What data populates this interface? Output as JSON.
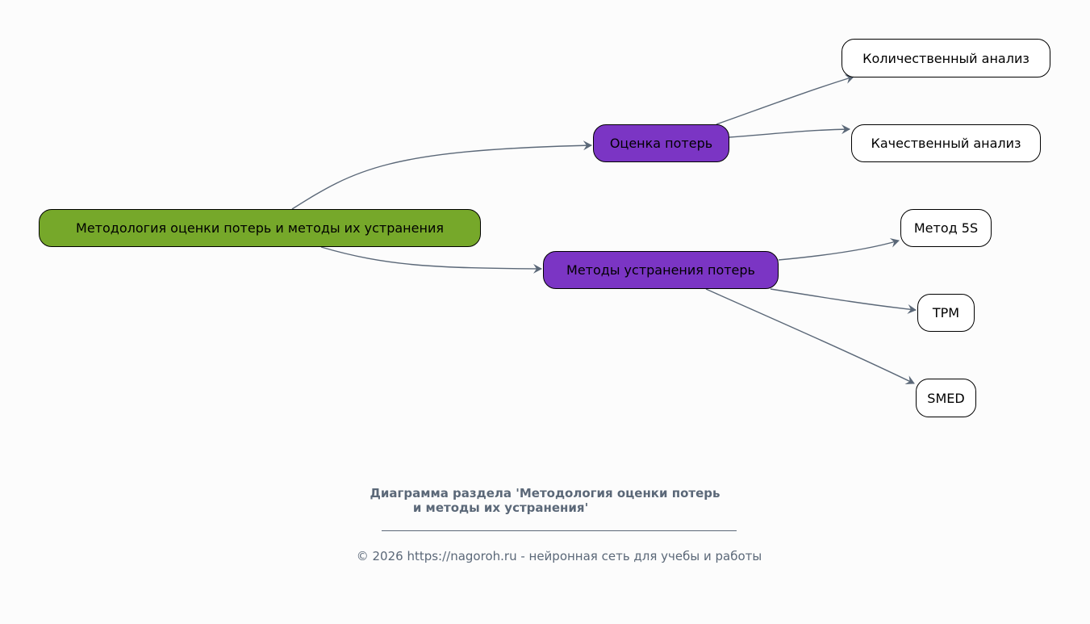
{
  "diagram": {
    "root": "Методология оценки потерь и методы их устранения",
    "branches": [
      {
        "label": "Оценка потерь",
        "children": [
          "Количественный анализ",
          "Качественный анализ"
        ]
      },
      {
        "label": "Методы устранения потерь",
        "children": [
          "Метод 5S",
          "TPM",
          "SMED"
        ]
      }
    ],
    "colors": {
      "root": "#76a82a",
      "branch": "#7b35c4",
      "edge": "#5b6878"
    }
  },
  "caption": {
    "line1": "Диаграмма раздела 'Методология оценки потерь",
    "line2": "и методы их устранения'",
    "footer": "© 2026 https://nagoroh.ru - нейронная сеть для учебы и работы"
  }
}
